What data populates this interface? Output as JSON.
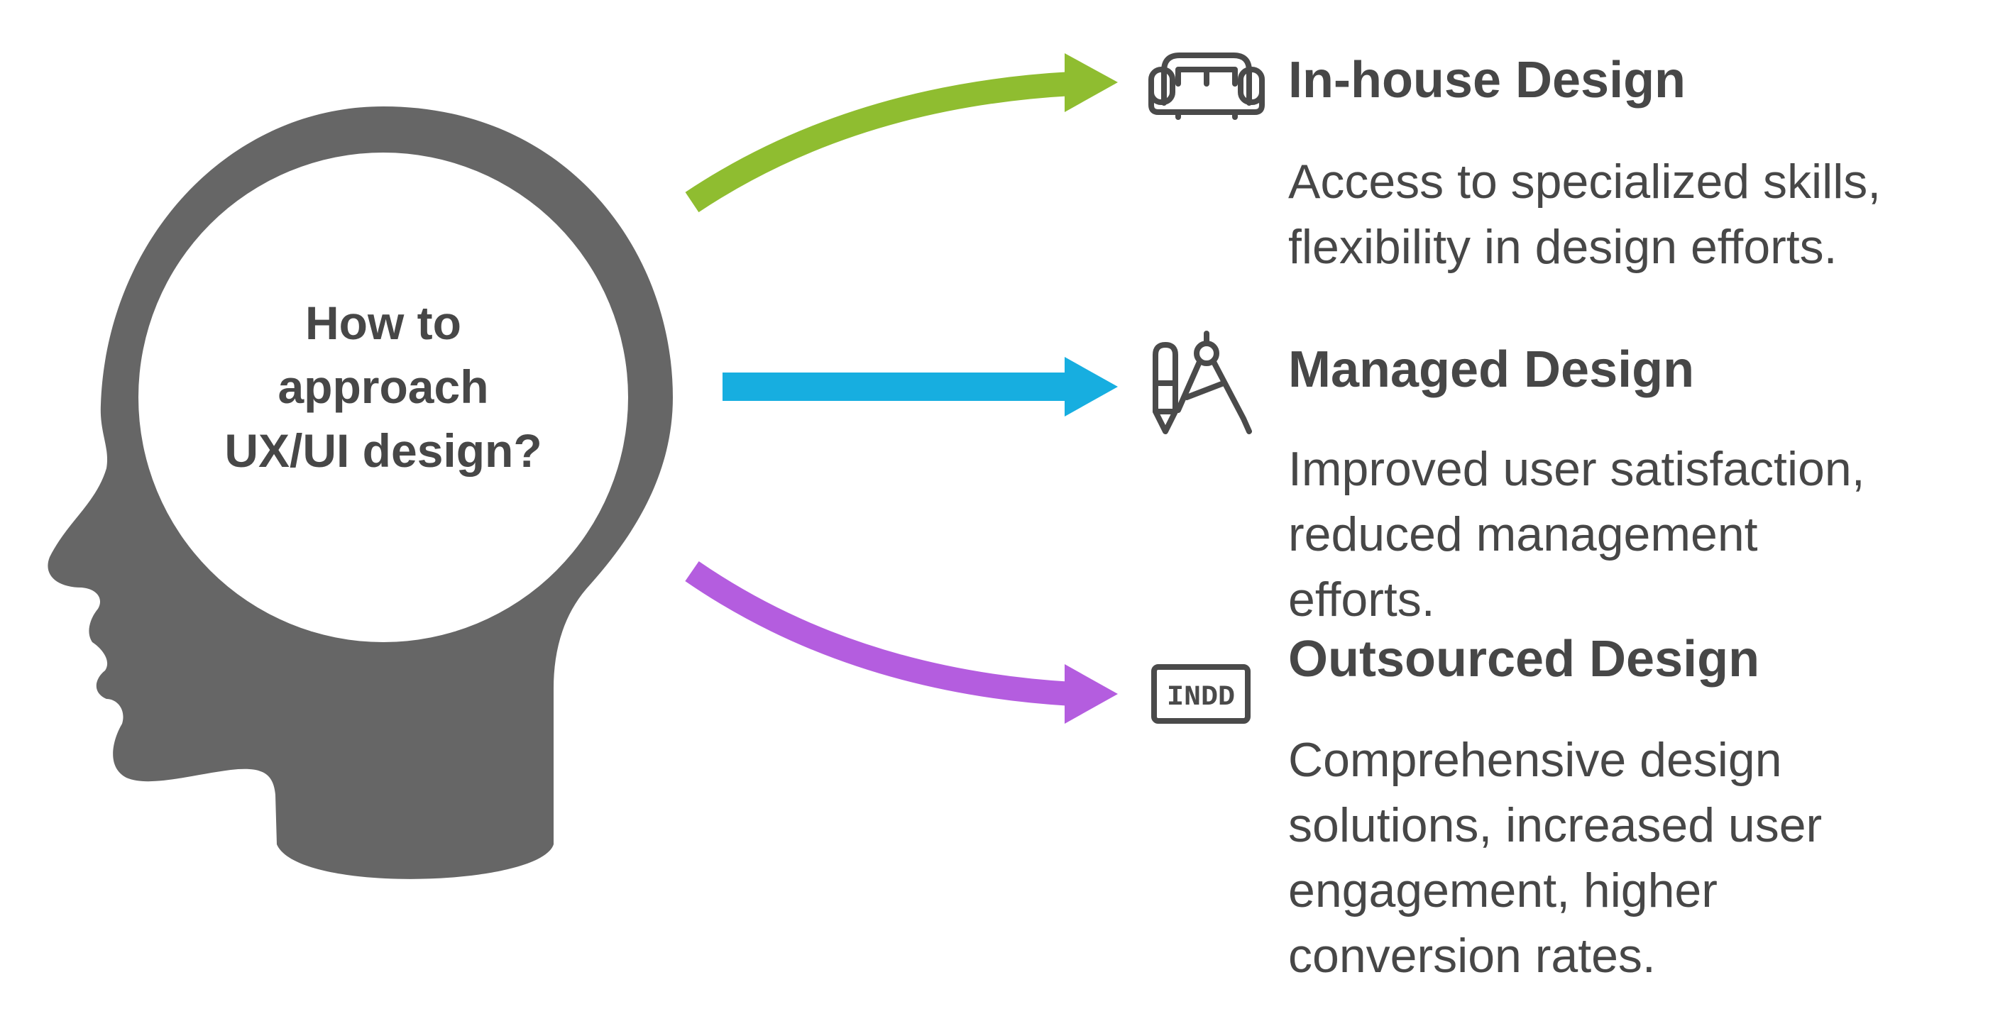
{
  "center": {
    "question_lines": [
      "How to",
      "approach",
      "UX/UI design?"
    ]
  },
  "options": [
    {
      "title": "In-house Design",
      "description_lines": [
        "Access to specialized skills,",
        "flexibility in design efforts."
      ],
      "icon": "sofa-icon",
      "arrow_color": "#8fbd30"
    },
    {
      "title": "Managed Design",
      "description_lines": [
        "Improved user satisfaction,",
        "reduced management",
        "efforts."
      ],
      "icon": "pen-compass-icon",
      "arrow_color": "#17aee0"
    },
    {
      "title": "Outsourced Design",
      "description_lines": [
        "Comprehensive design",
        "solutions, increased user",
        "engagement, higher",
        "conversion rates."
      ],
      "icon": "indd-file-icon",
      "icon_text": "INDD",
      "arrow_color": "#b45ddf"
    }
  ],
  "colors": {
    "head": "#666666",
    "text": "#474747",
    "icon_stroke": "#4a4a4a"
  }
}
